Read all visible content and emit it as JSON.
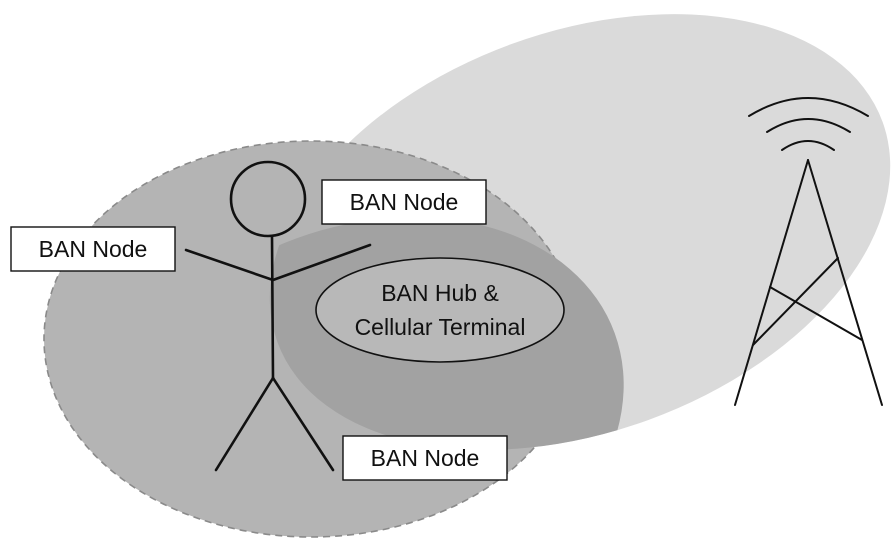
{
  "diagram": {
    "labels": {
      "node_left": "BAN Node",
      "node_head": "BAN Node",
      "node_foot": "BAN Node",
      "hub_line1": "BAN Hub &",
      "hub_line2": "Cellular Terminal"
    },
    "colors": {
      "cell_coverage_fill": "#dadada",
      "ban_coverage_fill": "#b4b4b4",
      "overlap_fill": "#a2a2a2",
      "hub_fill": "#b8b8b8",
      "stroke": "#111111",
      "dashed_stroke": "#8a8a8a",
      "label_box_fill": "#ffffff"
    }
  }
}
